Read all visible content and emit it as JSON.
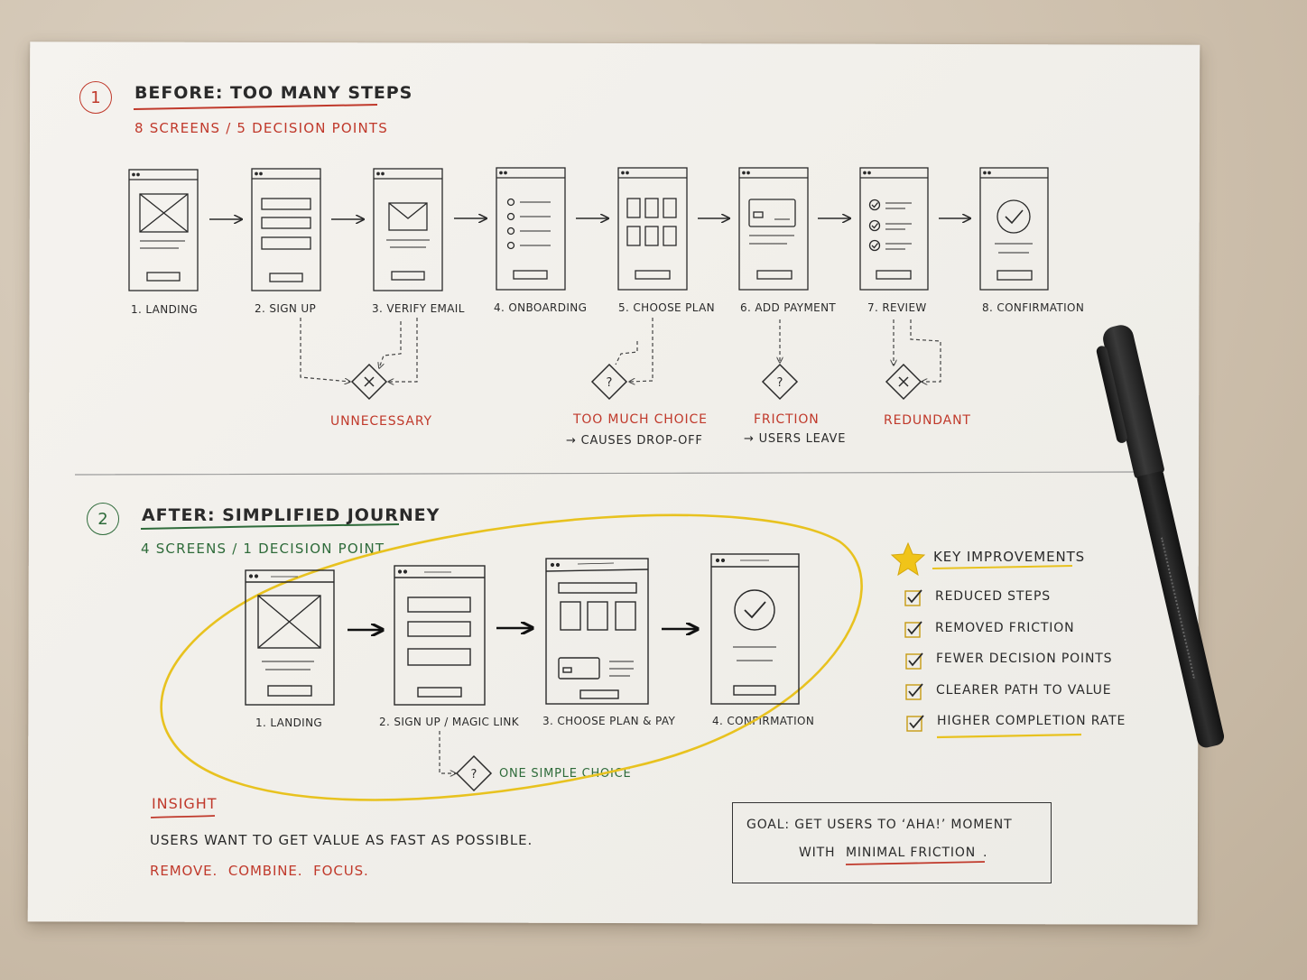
{
  "before": {
    "number": "1",
    "title": "Before: Too many steps",
    "subtitle": "8 screens / 5 decision points",
    "screens": [
      {
        "label": "1. Landing"
      },
      {
        "label": "2. Sign up"
      },
      {
        "label": "3. Verify email"
      },
      {
        "label": "4. Onboarding"
      },
      {
        "label": "5. Choose plan"
      },
      {
        "label": "6. Add payment"
      },
      {
        "label": "7. Review"
      },
      {
        "label": "8. Confirmation"
      }
    ],
    "decisions": [
      {
        "label": "Unnecessary",
        "note": ""
      },
      {
        "label": "Too much choice",
        "note": "→ causes drop-off"
      },
      {
        "label": "Friction",
        "note": "→ users leave"
      },
      {
        "label": "Redundant",
        "note": ""
      }
    ]
  },
  "after": {
    "number": "2",
    "title": "After: Simplified journey",
    "subtitle": "4 screens / 1 decision point",
    "screens": [
      {
        "label": "1. Landing"
      },
      {
        "label": "2. Sign up / magic link"
      },
      {
        "label": "3. Choose plan & pay"
      },
      {
        "label": "4. Confirmation"
      }
    ],
    "decision_label": "One simple choice"
  },
  "improvements": {
    "title": "Key improvements",
    "items": [
      "Reduced steps",
      "Removed friction",
      "Fewer decision points",
      "Clearer path to value",
      "Higher completion rate"
    ]
  },
  "insight": {
    "title": "Insight",
    "text": "Users want to get value as fast as possible.",
    "actions": "Remove. Combine. Focus."
  },
  "goal": {
    "line1": "Goal: get users to ‘aha!’ moment",
    "line2_prefix": "with",
    "line2_emph": "minimal friction",
    "line2_suffix": "."
  },
  "colors": {
    "ink": "#2a2a2a",
    "red": "#c0392b",
    "green": "#2e6b3a",
    "yellow": "#e8c21f"
  },
  "icons": [
    "star-icon",
    "checkbox-icon",
    "x-diamond-icon",
    "question-diamond-icon",
    "check-circle-icon",
    "pen-icon"
  ]
}
